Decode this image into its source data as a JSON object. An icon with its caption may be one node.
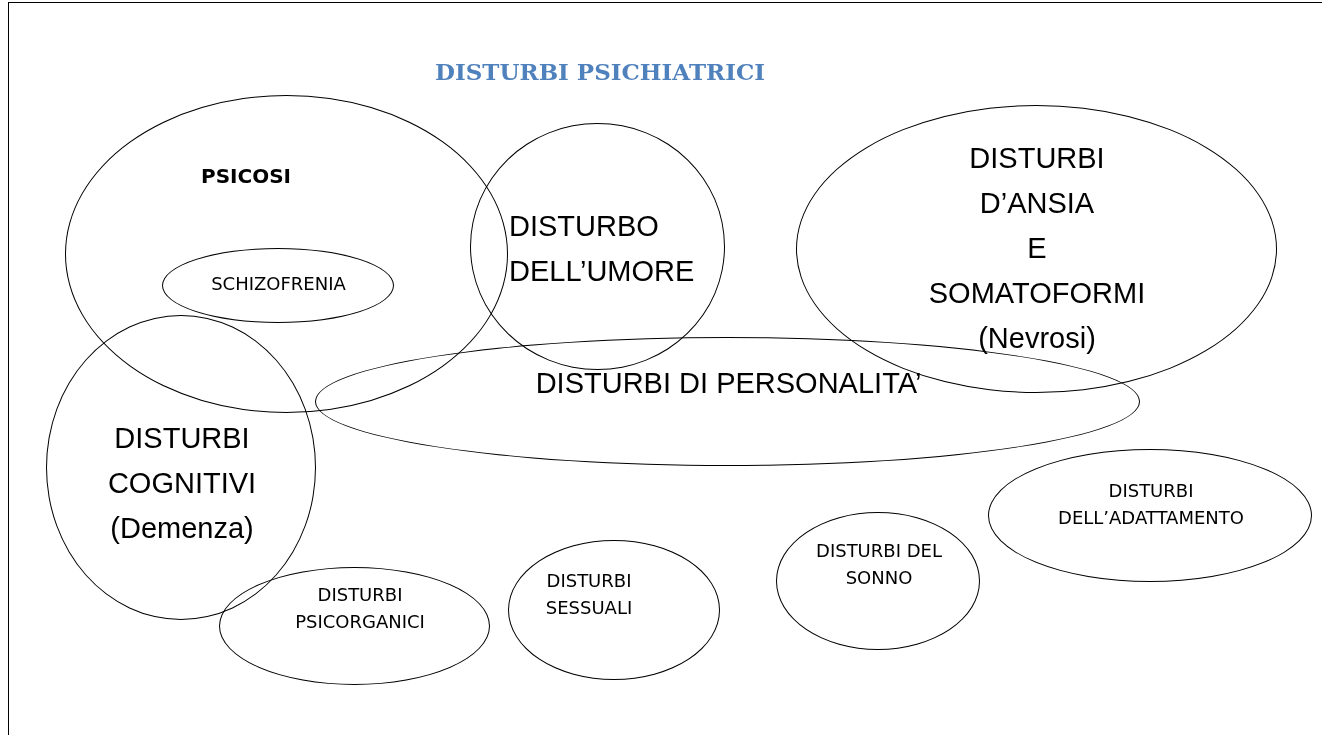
{
  "diagram": {
    "title": "DISTURBI PSICHIATRICI",
    "nodes": [
      {
        "text": [
          "PSICOSI"
        ]
      },
      {
        "text": [
          "SCHIZOFRENIA"
        ],
        "in": 0
      },
      {
        "text": [
          "DISTURBO DELL’UMORE"
        ]
      },
      {
        "text": [
          "DISTURBI D’ANSIA E SOMATOFORMI (Nevrosi)"
        ]
      },
      {
        "text": [
          "DISTURBI DI PERSONALITA’"
        ]
      },
      {
        "text": [
          "DISTURBI COGNITIVI (Demenza)"
        ]
      },
      {
        "text": [
          "DISTURBI PSICORGANICI"
        ]
      },
      {
        "text": [
          "DISTURBI SESSUALI"
        ]
      },
      {
        "text": [
          "DISTURBI DEL SONNO"
        ]
      },
      {
        "text": [
          "DISTURBI DELL’ADATTAMENTO"
        ]
      }
    ]
  }
}
